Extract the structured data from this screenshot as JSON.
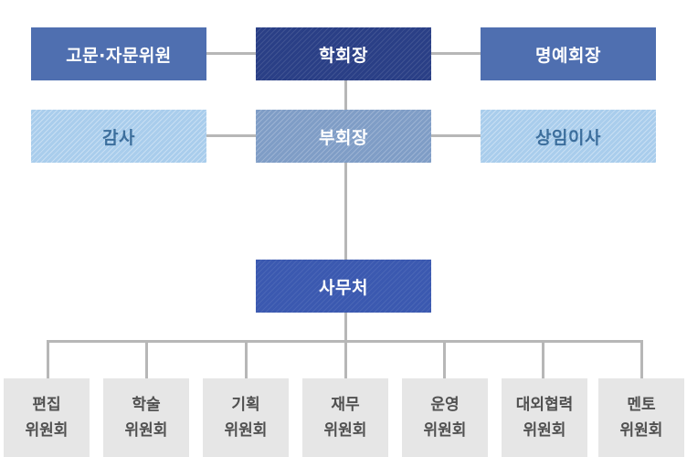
{
  "row1": {
    "left": "고문·자문위원",
    "center": "학회장",
    "right": "명예회장"
  },
  "row2": {
    "left": "감사",
    "center": "부회장",
    "right": "상임이사"
  },
  "office": "사무처",
  "committees": [
    {
      "line1": "편집",
      "line2": "위원회"
    },
    {
      "line1": "학술",
      "line2": "위원회"
    },
    {
      "line1": "기획",
      "line2": "위원회"
    },
    {
      "line1": "재무",
      "line2": "위원회"
    },
    {
      "line1": "운영",
      "line2": "위원회"
    },
    {
      "line1": "대외협력",
      "line2": "위원회"
    },
    {
      "line1": "멘토",
      "line2": "위원회"
    }
  ],
  "colors": {
    "president": "#2a3f86",
    "vice_president": "#7f9dc6",
    "side_top": "#4f6fb0",
    "side_bottom": "#a9cdec",
    "office": "#3b59b0",
    "committee": "#e6e6e6",
    "connector": "#b7b7b7"
  }
}
